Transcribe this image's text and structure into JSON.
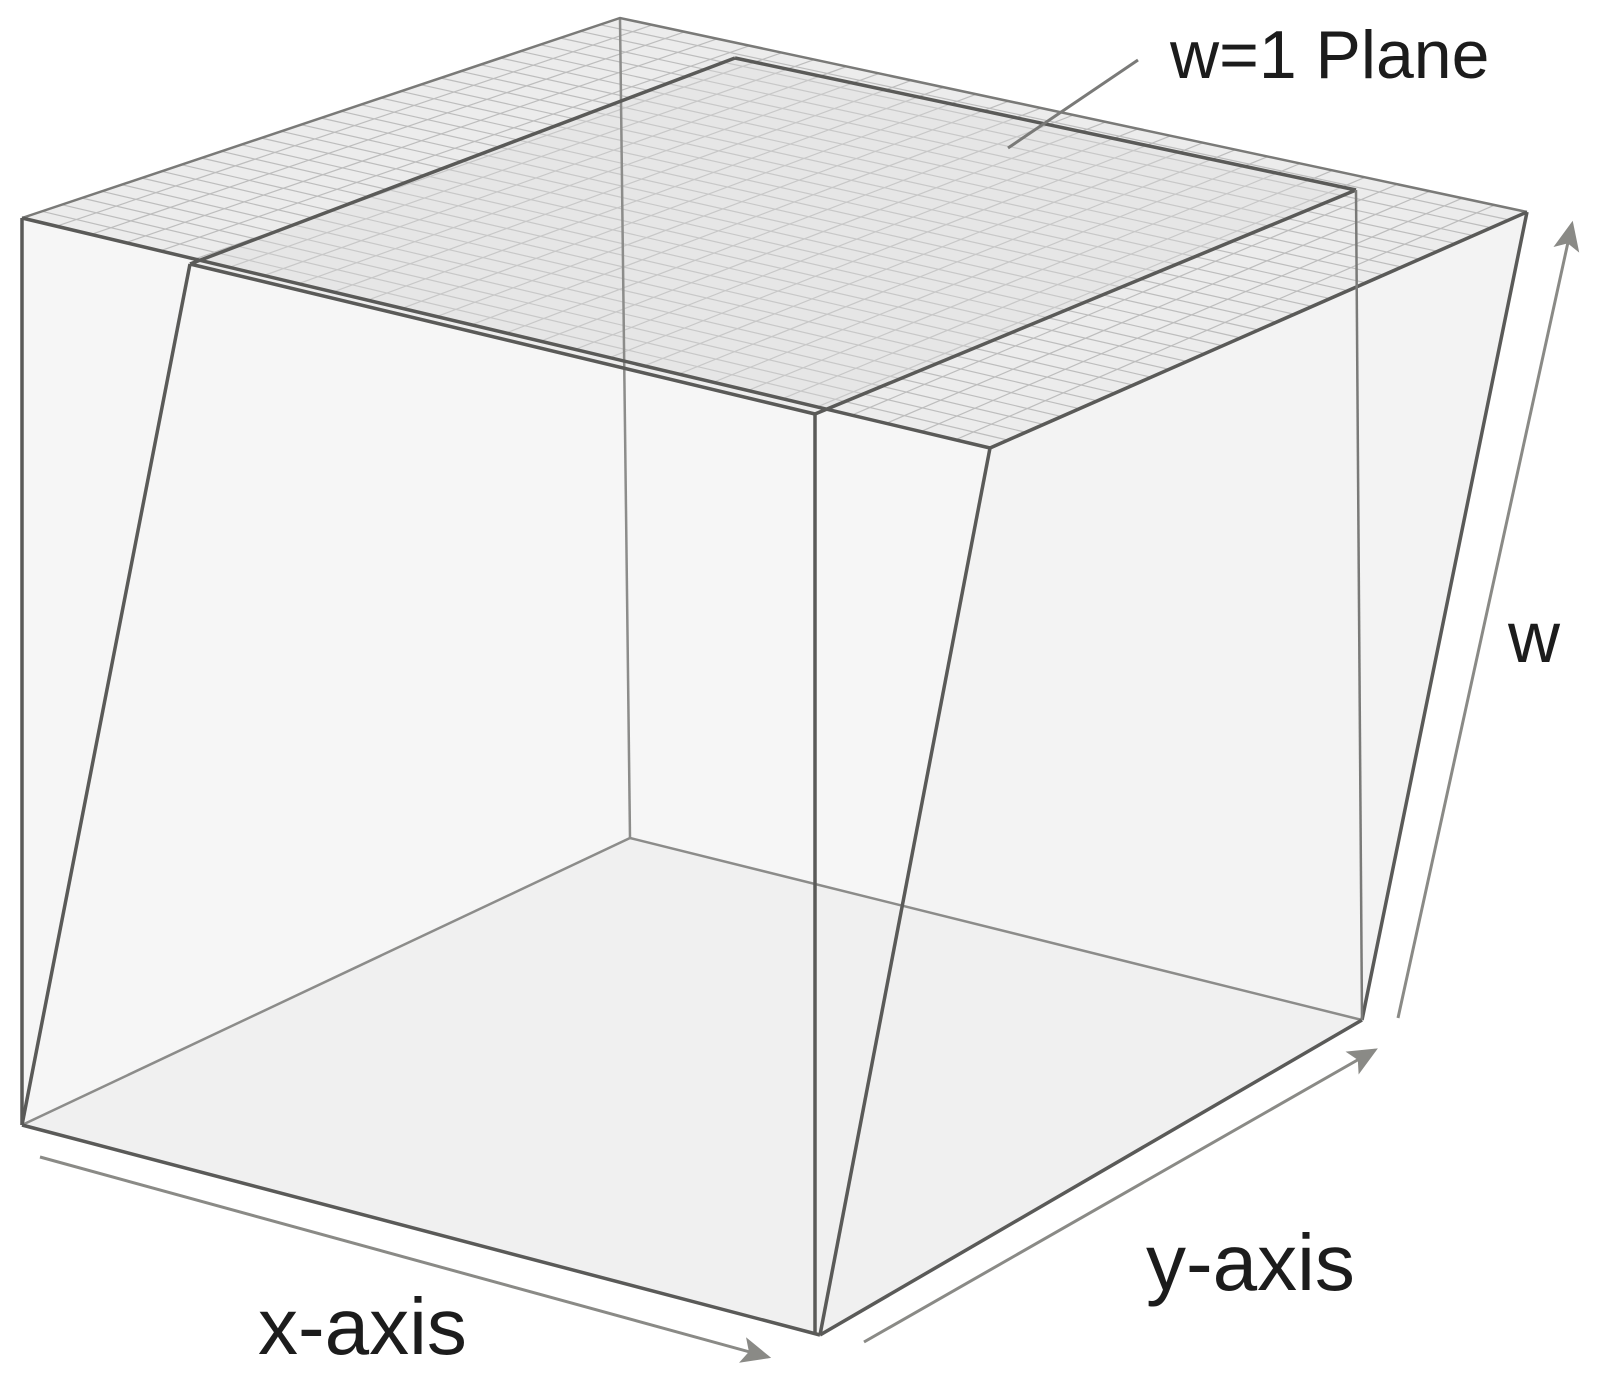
{
  "labels": {
    "plane": "w=1 Plane",
    "w_axis": "w",
    "x_axis": "x-axis",
    "y_axis": "y-axis"
  },
  "colors": {
    "edge": "#5a5a58",
    "grid": "#bdbdbd",
    "axis_arrow": "#8a8a86",
    "text": "#1c1c1c",
    "face_fill": "#f2f2f2",
    "plane_fill": "#e8e8e8"
  },
  "icons": {
    "axis_arrows": "arrowhead"
  }
}
